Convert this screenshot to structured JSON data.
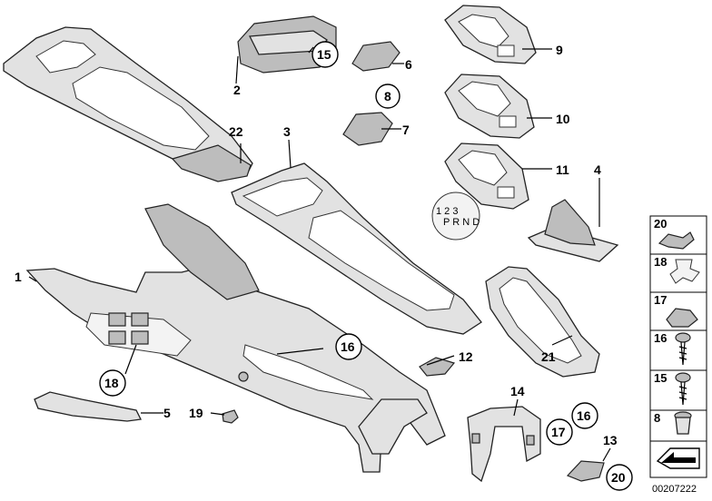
{
  "diagram": {
    "document_number": "00207222",
    "callouts": {
      "c1": "1",
      "c2": "2",
      "c3": "3",
      "c4": "4",
      "c5": "5",
      "c6": "6",
      "c7": "7",
      "c8": "8",
      "c9": "9",
      "c10": "10",
      "c11": "11",
      "c12": "12",
      "c13": "13",
      "c14": "14",
      "c15": "15",
      "c16a": "16",
      "c16b": "16",
      "c17": "17",
      "c18": "18",
      "c19": "19",
      "c20": "20",
      "c21": "21",
      "c22": "22"
    },
    "legend": [
      {
        "number": "20",
        "icon": "speed-nut-icon"
      },
      {
        "number": "18",
        "icon": "expanding-clip-icon"
      },
      {
        "number": "17",
        "icon": "clip-nut-icon"
      },
      {
        "number": "16",
        "icon": "hex-screw-icon"
      },
      {
        "number": "15",
        "icon": "cross-screw-icon"
      },
      {
        "number": "8",
        "icon": "plug-rivet-icon"
      },
      {
        "number": "",
        "icon": "arrow-indicator-icon"
      }
    ]
  }
}
